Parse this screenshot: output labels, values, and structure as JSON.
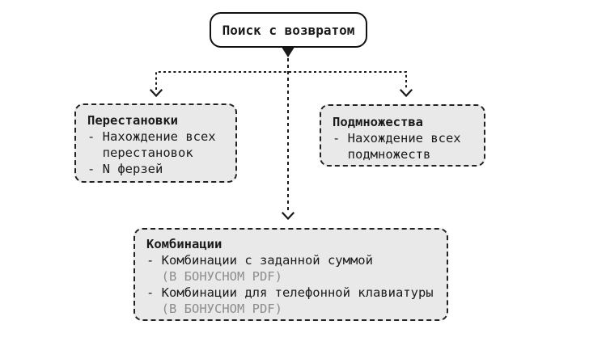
{
  "colors": {
    "background": "#ffffff",
    "text": "#1a1a1a",
    "muted_text": "#8d8d8d",
    "box_fill": "#e9e9e9",
    "border": "#222222"
  },
  "root": {
    "label": "Поиск с возвратом"
  },
  "boxes": [
    {
      "id": "permutations",
      "title": "Перестановки",
      "lines": [
        {
          "text": "- Нахождение всех",
          "muted": false
        },
        {
          "text": "  перестановок",
          "muted": false
        },
        {
          "text": "- N ферзей",
          "muted": false
        }
      ]
    },
    {
      "id": "subsets",
      "title": "Подмножества",
      "lines": [
        {
          "text": "- Нахождение всех",
          "muted": false
        },
        {
          "text": "  подмножеств",
          "muted": false
        }
      ]
    },
    {
      "id": "combinations",
      "title": "Комбинации",
      "lines": [
        {
          "text": "- Комбинации с заданной суммой",
          "muted": false
        },
        {
          "text": "  (В БОНУСНОМ PDF)",
          "muted": true
        },
        {
          "text": "- Комбинации для телефонной клавиатуры",
          "muted": false
        },
        {
          "text": "  (В БОНУСНОМ PDF)",
          "muted": true
        }
      ]
    }
  ]
}
